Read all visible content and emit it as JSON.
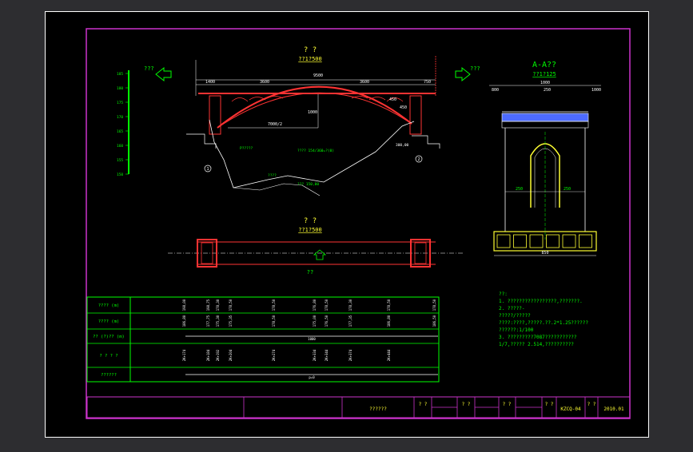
{
  "drawing": {
    "elevation": {
      "title": "?  ?",
      "scale": "??1?500",
      "left_marker": "???",
      "right_marker": "???"
    },
    "plan": {
      "title": "?  ?",
      "scale": "??1?500",
      "center_marker": "??"
    },
    "section": {
      "title": "A-A??",
      "scale": "??1?125"
    },
    "dims_top": {
      "total": "9500",
      "seg1": "1400",
      "seg2": "3600",
      "seg3": "3600",
      "seg4": "750"
    },
    "dims_mid": {
      "a": "450",
      "b": "450",
      "c": "1000"
    },
    "arch_label": "7000/2",
    "elevation_labels": {
      "left_note": "P?????",
      "bottom_note": "???? 154/360=?(0)",
      "profile_note": "????",
      "base_note": "???  150,00",
      "right_note": "300,00"
    },
    "section_dims": {
      "total": "1000",
      "left": "800",
      "mid": "250",
      "right": "1000",
      "bottom": "850",
      "side_left": "250",
      "side_right": "250"
    },
    "scale_ticks": [
      "185",
      "180",
      "175",
      "170",
      "165",
      "160",
      "155",
      "150"
    ],
    "table": {
      "rows": [
        {
          "label": "???? (m)",
          "values": [
            "198,00",
            "198,75",
            "178,30",
            "178,50",
            "178,50",
            "176,80",
            "178,50",
            "178,30",
            "178,50",
            "178,50"
          ]
        },
        {
          "label": "???? (m)",
          "values": [
            "186,80",
            "177,75",
            "175,30",
            "175,35",
            "178,50",
            "175,00",
            "176,50",
            "177,35",
            "186,80",
            "186,50"
          ]
        },
        {
          "label": "?? (?)?? (m)",
          "values": [
            "1000"
          ]
        },
        {
          "label": "? ? ? ?",
          "values": [
            "2K+174",
            "2K+184",
            "2K+192",
            "2K+204",
            "2K+274",
            "2K+334",
            "2K+344",
            "2K+374",
            "2K+444"
          ]
        },
        {
          "label": "??????",
          "values": [
            "p=0"
          ]
        }
      ]
    },
    "notes": [
      "??:",
      "1. ?????????????????,???????.",
      "2. ?????-",
      "   ?????/?????",
      "   ????:????,?????.??.2*1.25??????",
      "   ??????:1/100",
      "3. ?????????7087???????????",
      "   1/7,?????  2.514,??????????"
    ],
    "titleblock": {
      "drawing_name": "??????",
      "design_label": "?\n?",
      "check_label": "?\n?",
      "review_label": "?\n?",
      "drawing_no_label": "?\n?",
      "drawing_no": "KZCQ-04",
      "date_label": "?\n?",
      "date": "2010.01"
    }
  },
  "colors": {
    "background": "#000000",
    "frame_outer": "#ffffff",
    "frame_inner": "#cc33cc",
    "primary": "#00ff00",
    "arch": "#ff3333",
    "dims": "#ffffff",
    "accent_blue": "#4d6bff",
    "yellow": "#ffff33",
    "cyan": "#00ffff"
  }
}
